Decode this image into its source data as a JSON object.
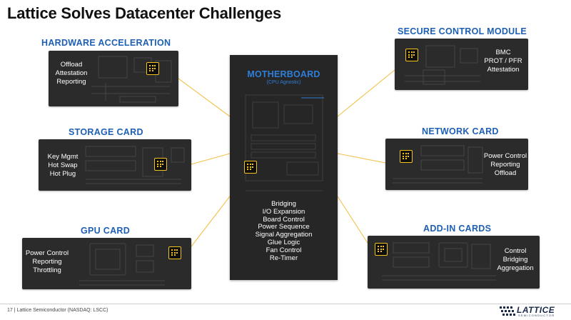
{
  "slide": {
    "title": "Lattice Solves Datacenter Challenges",
    "footer": "17  |  Lattice Semiconductor (NASDAQ: LSCC)",
    "logo_text": "LATTICE",
    "logo_sub": "SEMICONDUCTOR"
  },
  "colors": {
    "title_blue": "#1d5fb4",
    "card_bg": "#2b2b2b",
    "chip_gold": "#f3c41c",
    "connector": "#f2c24a"
  },
  "motherboard": {
    "title": "MOTHERBOARD",
    "subtitle": "(CPU Agnostic)",
    "functions": [
      "Bridging",
      "I/O Expansion",
      "Board Control",
      "Power Sequence",
      "Signal Aggregation",
      "Glue Logic",
      "Fan Control",
      "Re-Timer"
    ]
  },
  "cards": {
    "hardware_acceleration": {
      "title": "HARDWARE ACCELERATION",
      "lines": [
        "Offload",
        "Attestation",
        "Reporting"
      ]
    },
    "storage_card": {
      "title": "STORAGE CARD",
      "lines": [
        "Key Mgmt",
        "Hot Swap",
        "Hot Plug"
      ]
    },
    "gpu_card": {
      "title": "GPU CARD",
      "lines": [
        "Power Control",
        "Reporting",
        "Throttling"
      ]
    },
    "secure_control_module": {
      "title": "SECURE CONTROL MODULE",
      "lines": [
        "BMC",
        "PROT / PFR",
        "Attestation"
      ]
    },
    "network_card": {
      "title": "NETWORK CARD",
      "lines": [
        "Power Control",
        "Reporting",
        "Offload"
      ]
    },
    "add_in_cards": {
      "title": "ADD-IN CARDS",
      "lines": [
        "Control",
        "Bridging",
        "Aggregation"
      ]
    }
  },
  "icons": [
    "lattice-chip-icon",
    "lattice-logo-icon"
  ]
}
